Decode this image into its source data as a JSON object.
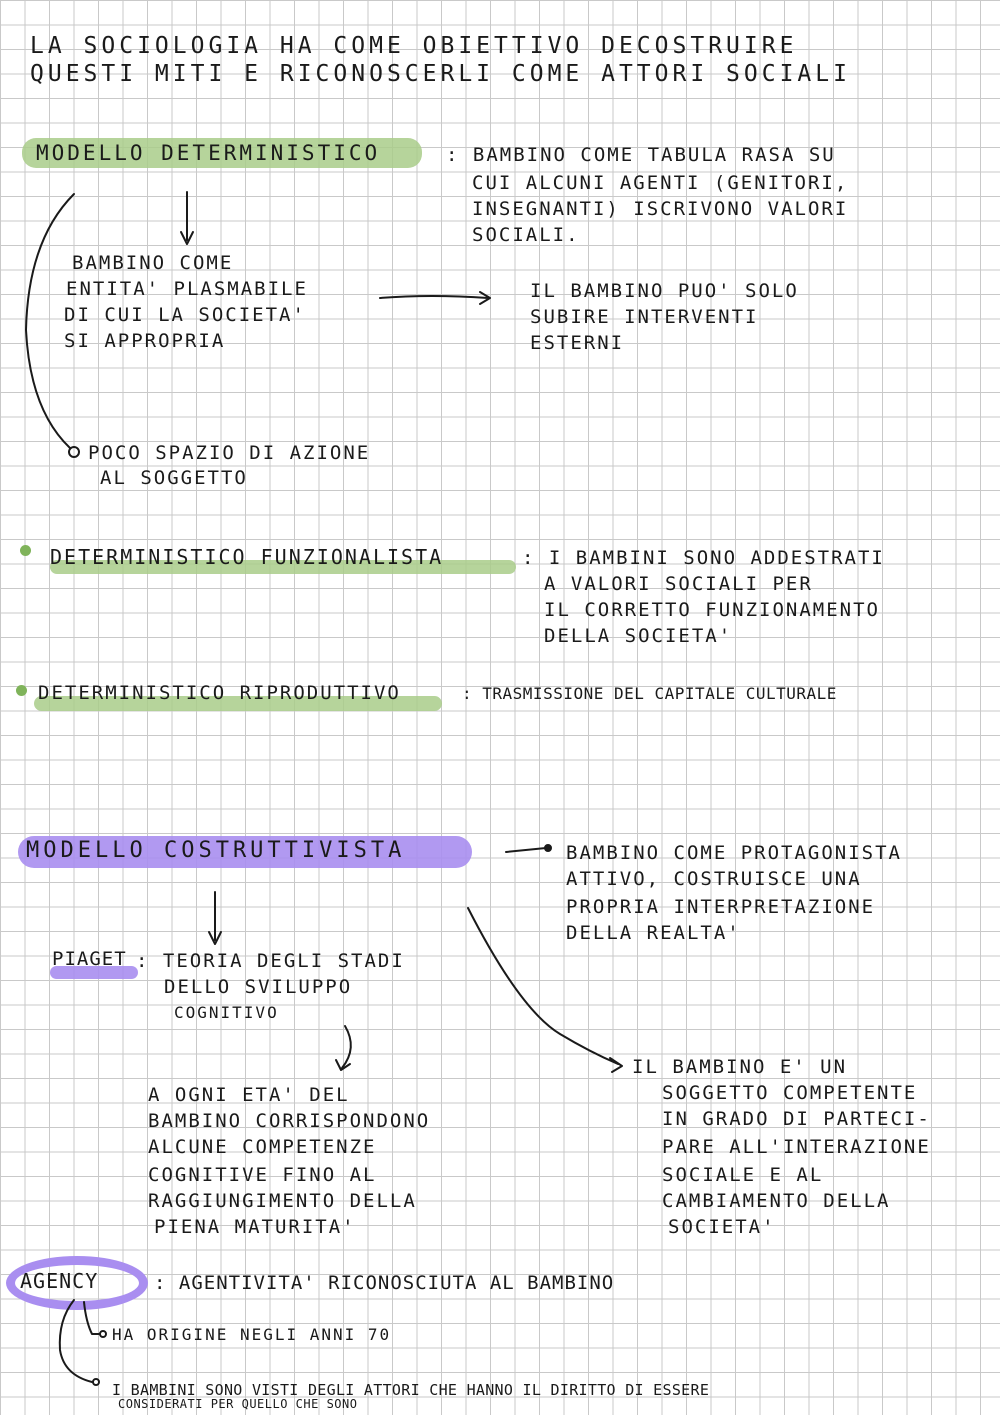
{
  "intro": {
    "line1": "LA SOCIOLOGIA HA COME OBIETTIVO DECOSTRUIRE",
    "line2": "QUESTI MITI E RICONOSCERLI COME ATTORI SOCIALI"
  },
  "deterministic": {
    "heading": "MODELLO DETERMINISTICO",
    "definition": [
      ": BAMBINO COME TABULA RASA SU",
      "CUI ALCUNI AGENTI (GENITORI,",
      "INSEGNANTI) ISCRIVONO VALORI",
      "SOCIALI."
    ],
    "child_entity": [
      "BAMBINO COME",
      "ENTITA' PLASMABILE",
      "DI CUI LA SOCIETA'",
      "SI APPROPRIA"
    ],
    "consequence": [
      "IL BAMBINO PUO' SOLO",
      "SUBIRE INTERVENTI",
      "ESTERNI"
    ],
    "little_space": [
      "POCO SPAZIO DI AZIONE",
      "AL SOGGETTO"
    ]
  },
  "functionalist": {
    "heading": "DETERMINISTICO FUNZIONALISTA",
    "definition": [
      ": I BAMBINI SONO ADDESTRATI",
      "A VALORI SOCIALI PER",
      "IL CORRETTO FUNZIONAMENTO",
      "DELLA SOCIETA'"
    ]
  },
  "reproductive": {
    "heading": "DETERMINISTICO RIPRODUTTIVO",
    "definition": ": TRASMISSIONE DEL CAPITALE CULTURALE"
  },
  "constructivist": {
    "heading": "MODELLO COSTRUTTIVISTA",
    "definition": [
      "BAMBINO COME PROTAGONISTA",
      "ATTIVO, COSTRUISCE UNA",
      "PROPRIA INTERPRETAZIONE",
      "DELLA REALTA'"
    ],
    "piaget_label": "PIAGET",
    "piaget_theory": [
      ": TEORIA DEGLI STADI",
      "DELLO SVILUPPO",
      "COGNITIVO"
    ],
    "stages": [
      "A OGNI ETA' DEL",
      "BAMBINO CORRISPONDONO",
      "ALCUNE COMPETENZE",
      "COGNITIVE FINO AL",
      "RAGGIUNGIMENTO DELLA",
      "PIENA MATURITA'"
    ],
    "competent": [
      "IL BAMBINO E' UN",
      "SOGGETTO COMPETENTE",
      "IN GRADO DI PARTECI-",
      "PARE ALL'INTERAZIONE",
      "SOCIALE E AL",
      "CAMBIAMENTO DELLA",
      "SOCIETA'"
    ]
  },
  "agency": {
    "label": "AGENCY",
    "definition": ": AGENTIVITA' RICONOSCIUTA AL BAMBINO",
    "origin": "HA ORIGINE NEGLI ANNI 70",
    "rights_1": "I BAMBINI SONO VISTI DEGLI ATTORI CHE HANNO IL DIRITTO DI ESSERE",
    "rights_2": "CONSIDERATI PER QUELLO CHE SONO"
  }
}
